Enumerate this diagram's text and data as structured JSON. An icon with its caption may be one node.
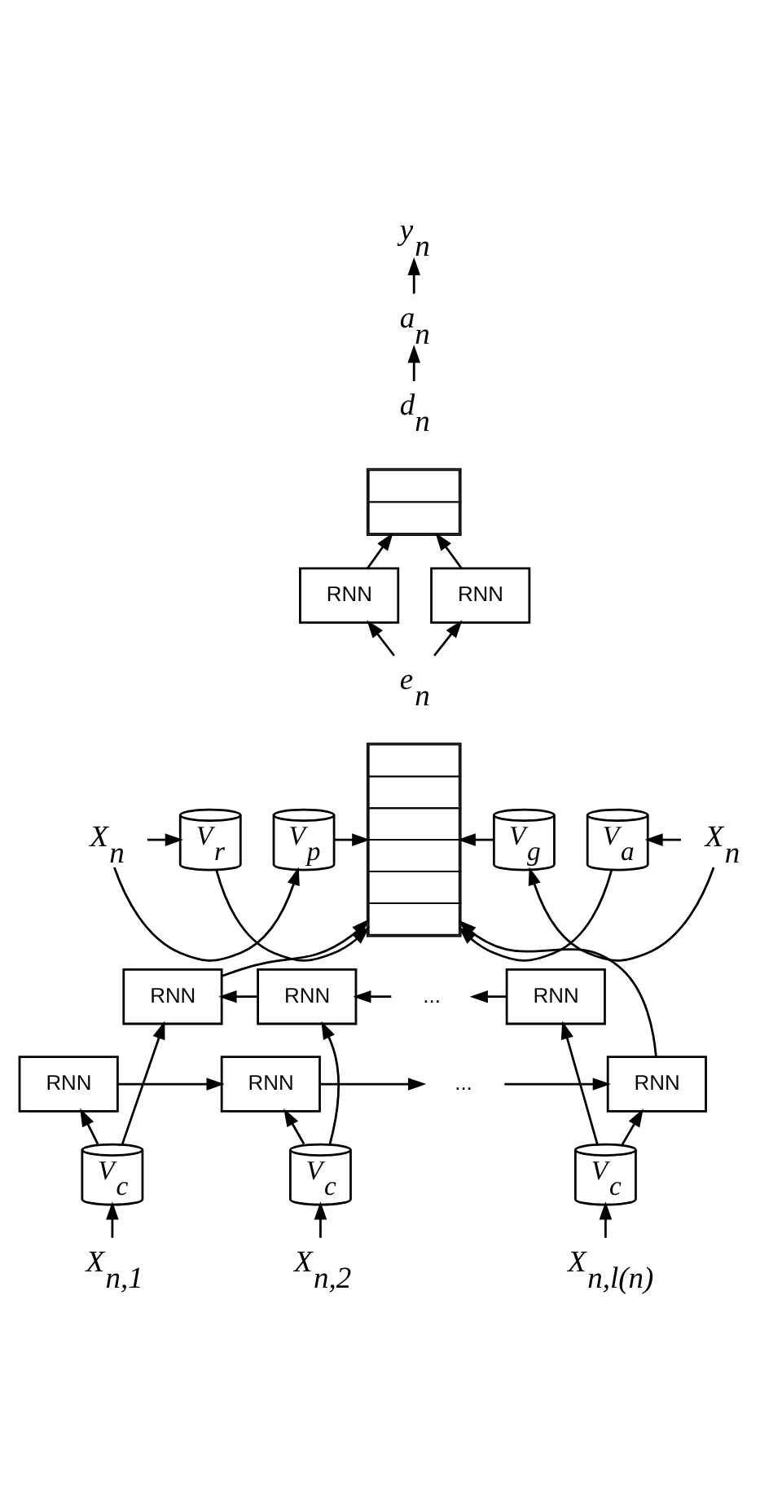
{
  "diagram": {
    "nodes": [
      {
        "text": [
          "y$_{n}$"
        ]
      },
      {
        "text": [
          "a$_{n}$"
        ]
      },
      {
        "text": [
          "d$_{n}$"
        ]
      },
      {
        "text": [],
        "shape": "box"
      },
      {
        "text": [
          "RNN"
        ]
      },
      {
        "text": [
          "RNN"
        ]
      },
      {
        "text": [
          "e$_{n}$"
        ]
      },
      {
        "text": [],
        "shape": "box"
      },
      {
        "text": [
          "X$_{n}$"
        ]
      },
      {
        "text": [
          "V$_{p}$"
        ]
      },
      {
        "text": [
          "V$_{r}$"
        ]
      },
      {
        "text": [
          "V$_{g}$"
        ]
      },
      {
        "text": [
          "V$_{a}$"
        ]
      },
      {
        "text": [
          "X$_{n}$"
        ]
      },
      {
        "text": [
          "RNN"
        ]
      },
      {
        "text": [
          "RNN"
        ]
      },
      {
        "text": [
          "..."
        ]
      },
      {
        "text": [
          "RNN"
        ]
      },
      {
        "text": [
          "RNN"
        ]
      },
      {
        "text": [
          "RNN"
        ]
      },
      {
        "text": [
          "..."
        ]
      },
      {
        "text": [
          "RNN"
        ]
      },
      {
        "text": [
          "V$_{c}$"
        ]
      },
      {
        "text": [
          "V$_{c}$"
        ]
      },
      {
        "text": [
          "V$_{c}$"
        ]
      },
      {
        "text": [
          "X$_{n,1}$"
        ]
      },
      {
        "text": [
          "X$_{n,2}$"
        ]
      },
      {
        "text": [
          "X$_{n,l(n)}$"
        ]
      }
    ],
    "edges": [
      {
        "from": 1,
        "to": 0,
        "arrow": "to"
      },
      {
        "from": 2,
        "to": 1,
        "arrow": "to"
      },
      {
        "from": 4,
        "to": 3,
        "arrow": "to"
      },
      {
        "from": 5,
        "to": 3,
        "arrow": "to"
      },
      {
        "from": 6,
        "to": 5,
        "arrow": "to"
      },
      {
        "from": 6,
        "to": 4,
        "arrow": "to"
      },
      {
        "from": 8,
        "to": 9,
        "arrow": "to"
      },
      {
        "from": 8,
        "to": 10,
        "arrow": "to"
      },
      {
        "from": 9,
        "to": 7,
        "arrow": "to"
      },
      {
        "from": 10,
        "to": 7,
        "arrow": "to"
      },
      {
        "from": 11,
        "to": 7,
        "arrow": "to"
      },
      {
        "from": 12,
        "to": 7,
        "arrow": "to"
      },
      {
        "from": 13,
        "to": 11,
        "arrow": "to"
      },
      {
        "from": 13,
        "to": 12,
        "arrow": "to"
      },
      {
        "from": 21,
        "to": 7,
        "arrow": "to"
      },
      {
        "from": 14,
        "to": 7,
        "arrow": "to"
      },
      {
        "from": 15,
        "to": 14,
        "arrow": "to"
      },
      {
        "from": 16,
        "to": 15,
        "arrow": "to"
      },
      {
        "from": 17,
        "to": 16,
        "arrow": "to"
      },
      {
        "from": 18,
        "to": 19,
        "arrow": "to"
      },
      {
        "from": 19,
        "to": 20,
        "arrow": "to"
      },
      {
        "from": 20,
        "to": 21,
        "arrow": "to"
      },
      {
        "from": 22,
        "to": 18,
        "arrow": "to"
      },
      {
        "from": 22,
        "to": 14,
        "arrow": "to"
      },
      {
        "from": 23,
        "to": 19,
        "arrow": "to"
      },
      {
        "from": 23,
        "to": 15,
        "arrow": "to"
      },
      {
        "from": 24,
        "to": 21,
        "arrow": "to"
      },
      {
        "from": 24,
        "to": 17,
        "arrow": "to"
      },
      {
        "from": 25,
        "to": 22,
        "arrow": "to"
      },
      {
        "from": 26,
        "to": 23,
        "arrow": "to"
      },
      {
        "from": 27,
        "to": 24,
        "arrow": "to"
      }
    ]
  }
}
